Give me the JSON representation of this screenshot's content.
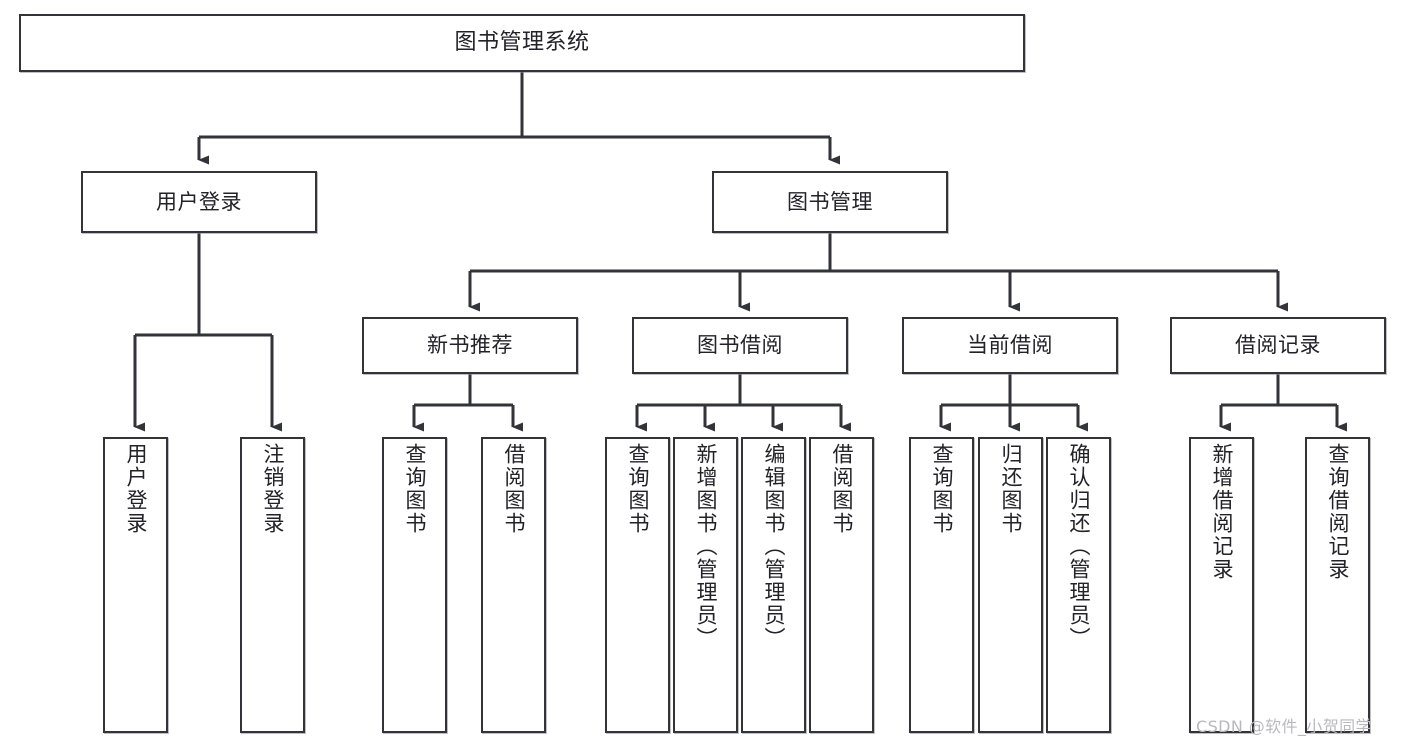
{
  "diagram": {
    "title": "图书管理系统",
    "type": "hierarchy-tree",
    "root": {
      "id": "root",
      "label": "图书管理系统",
      "orientation": "horizontal"
    },
    "level2": [
      {
        "id": "user-login",
        "label": "用户登录",
        "orientation": "horizontal"
      },
      {
        "id": "book-manage",
        "label": "图书管理",
        "orientation": "horizontal"
      }
    ],
    "level3": [
      {
        "id": "new-book-rec",
        "label": "新书推荐",
        "orientation": "horizontal",
        "parent": "book-manage"
      },
      {
        "id": "book-borrow",
        "label": "图书借阅",
        "orientation": "horizontal",
        "parent": "book-manage"
      },
      {
        "id": "current-borrow",
        "label": "当前借阅",
        "orientation": "horizontal",
        "parent": "book-manage"
      },
      {
        "id": "borrow-record",
        "label": "借阅记录",
        "orientation": "horizontal",
        "parent": "book-manage"
      }
    ],
    "leaves": [
      {
        "id": "leaf-user-login",
        "label": "用户登录",
        "parent": "user-login"
      },
      {
        "id": "leaf-logout-login",
        "label": "注销登录",
        "parent": "user-login"
      },
      {
        "id": "leaf-query-book-rec",
        "label": "查询图书",
        "parent": "new-book-rec"
      },
      {
        "id": "leaf-borrow-book-rec",
        "label": "借阅图书",
        "parent": "new-book-rec"
      },
      {
        "id": "leaf-query-book-borrow",
        "label": "查询图书",
        "parent": "book-borrow"
      },
      {
        "id": "leaf-add-book",
        "label": "新增图书（管理员）",
        "parent": "book-borrow"
      },
      {
        "id": "leaf-edit-book",
        "label": "编辑图书（管理员）",
        "parent": "book-borrow"
      },
      {
        "id": "leaf-borrow-book",
        "label": "借阅图书",
        "parent": "book-borrow"
      },
      {
        "id": "leaf-query-book-current",
        "label": "查询图书",
        "parent": "current-borrow"
      },
      {
        "id": "leaf-return-book",
        "label": "归还图书",
        "parent": "current-borrow"
      },
      {
        "id": "leaf-confirm-return",
        "label": "确认归还（管理员）",
        "parent": "current-borrow"
      },
      {
        "id": "leaf-add-record",
        "label": "新增借阅记录",
        "parent": "borrow-record"
      },
      {
        "id": "leaf-query-record",
        "label": "查询借阅记录",
        "parent": "borrow-record"
      }
    ]
  },
  "watermark": {
    "text": "CSDN @软件_小贺同学"
  },
  "colors": {
    "stroke": "#33333a",
    "text": "#222228",
    "background": "#ffffff",
    "watermark": "#b9b9bd"
  }
}
